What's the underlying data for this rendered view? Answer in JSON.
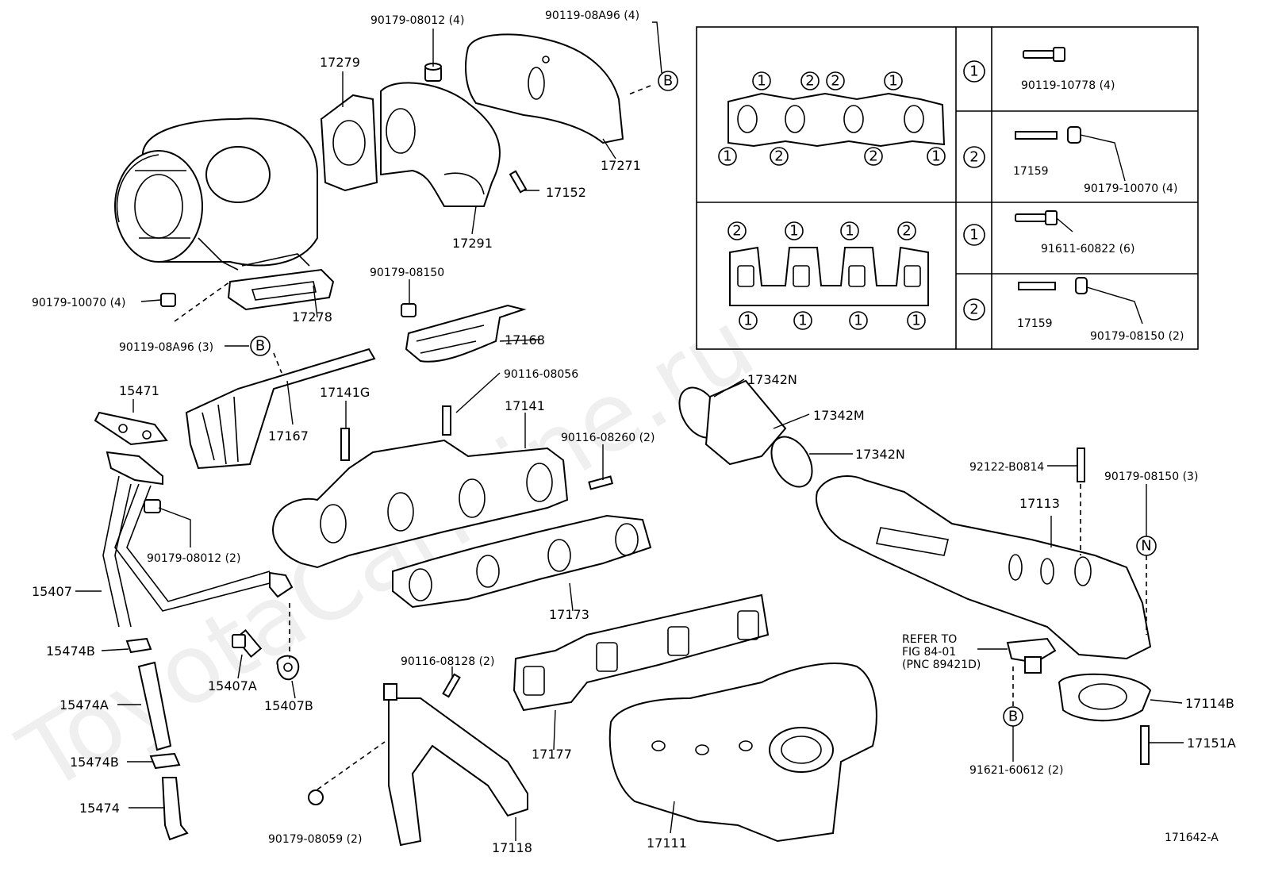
{
  "diagram_id": "171642-A",
  "watermark": "ToyotaCarMine.ru",
  "markers": {
    "b": "B",
    "n": "N"
  },
  "part_labels": {
    "p90179_08012_4": "90179-08012 (4)",
    "p90119_08A96_4": "90119-08A96 (4)",
    "p17279": "17279",
    "p17271": "17271",
    "p17152": "17152",
    "p17291": "17291",
    "p90179_10070_4_left": "90179-10070 (4)",
    "p17278": "17278",
    "p90179_08150": "90179-08150",
    "p17168": "17168",
    "p90119_08A96_3": "90119-08A96 (3)",
    "p15471": "15471",
    "p17167": "17167",
    "p17141G": "17141G",
    "p90116_08056": "90116-08056",
    "p17141": "17141",
    "p90116_08260_2": "90116-08260 (2)",
    "p90179_08012_2": "90179-08012 (2)",
    "p15407": "15407",
    "p17173": "17173",
    "p15474B_top": "15474B",
    "p15407A": "15407A",
    "p15407B": "15407B",
    "p15474A": "15474A",
    "p15474B_bottom": "15474B",
    "p15474": "15474",
    "p90116_08128_2": "90116-08128 (2)",
    "p17177": "17177",
    "p90179_08059_2": "90179-08059 (2)",
    "p17118": "17118",
    "p17111": "17111",
    "p17342N_top": "17342N",
    "p17342M": "17342M",
    "p17342N_bottom": "17342N",
    "p92122_B0814": "92122-B0814",
    "p90179_08150_3": "90179-08150 (3)",
    "p17113": "17113",
    "refer_line1": "REFER TO",
    "refer_line2": "FIG 84-01",
    "refer_line3": "(PNC 89421D)",
    "p17114B": "17114B",
    "p17151A": "17151A",
    "p91621_60612_2": "91621-60612 (2)"
  },
  "inset_table": {
    "gasket_top_numbers": {
      "top": [
        "1",
        "2",
        "2",
        "1"
      ],
      "bottom": [
        "1",
        "2",
        "2",
        "1"
      ]
    },
    "gasket_bottom_numbers": {
      "top": [
        "2",
        "1",
        "1",
        "2"
      ],
      "bottom": [
        "1",
        "1",
        "1",
        "1"
      ]
    },
    "rows": [
      {
        "key": "1",
        "parts": [
          "90119-10778 (4)"
        ]
      },
      {
        "key": "2",
        "parts": [
          "17159",
          "90179-10070 (4)"
        ]
      },
      {
        "key": "1",
        "parts": [
          "91611-60822 (6)"
        ]
      },
      {
        "key": "2",
        "parts": [
          "17159",
          "90179-08150 (2)"
        ]
      }
    ]
  }
}
